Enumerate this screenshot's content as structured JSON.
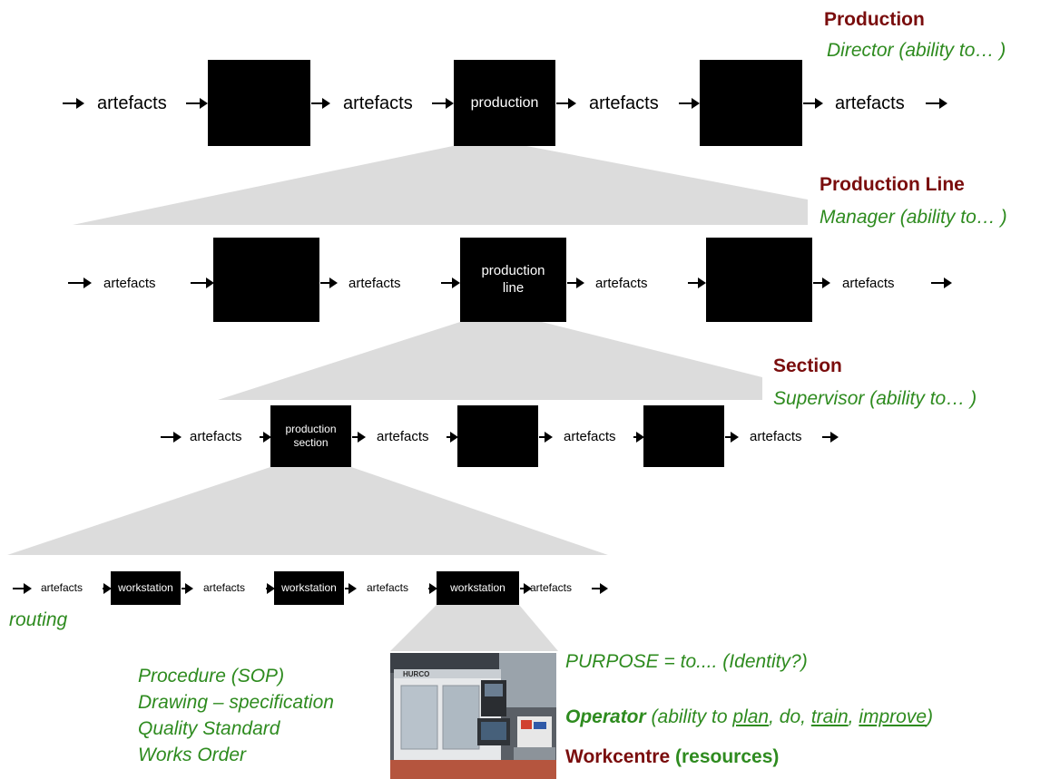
{
  "levels": {
    "production": {
      "title": "Production",
      "role": "Director (ability to… )",
      "artefact_label": "artefacts",
      "box_label": "production"
    },
    "production_line": {
      "title": "Production Line",
      "role": "Manager (ability to… )",
      "artefact_label": "artefacts",
      "box_label": "production line"
    },
    "section": {
      "title": "Section",
      "role": "Supervisor (ability to… )",
      "artefact_label": "artefacts",
      "box_label": "production section"
    },
    "workstation": {
      "artefact_label": "artefacts",
      "box_label": "workstation",
      "routing_label": "routing"
    }
  },
  "workcentre": {
    "documents": [
      "Procedure (SOP)",
      "Drawing – specification",
      "Quality Standard",
      "Works Order"
    ],
    "purpose": "PURPOSE = to.... (Identity?)",
    "operator": {
      "label": "Operator",
      "text_start": "(ability to ",
      "plan": "plan",
      "sep1": ", do, ",
      "train": "train",
      "sep2": ", ",
      "improve": "improve",
      "text_end": ")"
    },
    "title": "Workcentre",
    "title_suffix": "(resources)",
    "photo_sign": "HURCO"
  },
  "colors": {
    "title_red": "#7a0d0d",
    "role_green": "#2e8b1f",
    "fan_grey": "#dcdcdc",
    "box_black": "#000000"
  }
}
